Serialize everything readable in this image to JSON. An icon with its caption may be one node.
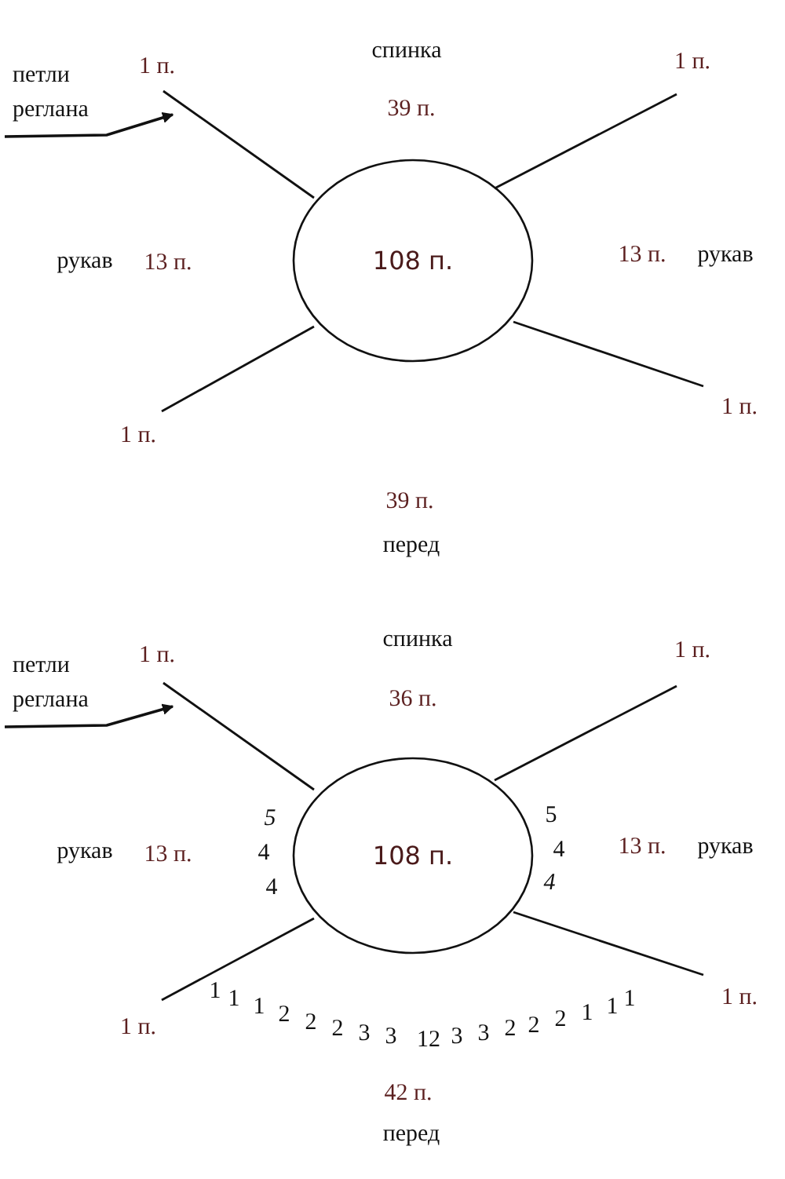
{
  "diagram": {
    "nodes": [
      {
        "text": [
          "108 п."
        ]
      },
      {
        "text": [
          "петли реглана"
        ]
      },
      {
        "text": [
          "108 п."
        ]
      },
      {
        "text": [
          "петли реглана"
        ]
      }
    ],
    "edges": [
      {
        "from": 0,
        "to": null,
        "arrow": "none"
      },
      {
        "from": 0,
        "to": null,
        "arrow": "none"
      },
      {
        "from": 0,
        "to": null,
        "arrow": "none"
      },
      {
        "from": 0,
        "to": null,
        "arrow": "none"
      },
      {
        "from": 1,
        "to": null,
        "arrow": "to"
      },
      {
        "from": 2,
        "to": null,
        "arrow": "none"
      },
      {
        "from": 2,
        "to": null,
        "arrow": "none"
      },
      {
        "from": 2,
        "to": null,
        "arrow": "none"
      },
      {
        "from": 2,
        "to": null,
        "arrow": "none"
      },
      {
        "from": 3,
        "to": null,
        "arrow": "to"
      }
    ],
    "labels": [
      "спинка",
      "1 п.",
      "1 п.",
      "39 п.",
      "рукав",
      "13 п.",
      "13 п.",
      "рукав",
      "1 п.",
      "1 п.",
      "39 п.",
      "перед",
      "спинка",
      "1 п.",
      "1 п.",
      "36 п.",
      "5",
      "5",
      "рукав",
      "13 п.",
      "4",
      "4",
      "13 п.",
      "рукав",
      "4",
      "4",
      "1 п.",
      "1 п.",
      "1",
      "1",
      "1",
      "2",
      "2",
      "2",
      "3",
      "3",
      "12",
      "3",
      "3",
      "2",
      "2",
      "2",
      "1",
      "1",
      "1",
      "42 п.",
      "перед"
    ]
  }
}
